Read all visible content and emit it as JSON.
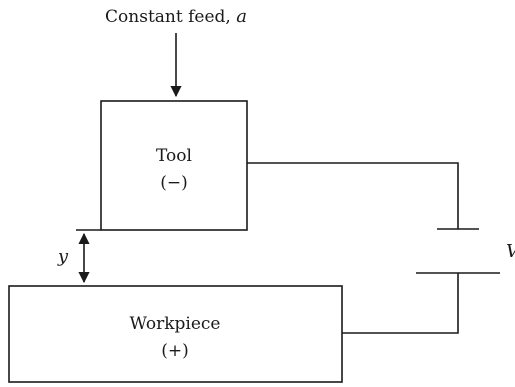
{
  "labels": {
    "feed_text": "Constant feed, ",
    "feed_symbol": "a",
    "tool_name": "Tool",
    "tool_sign": "(−)",
    "workpiece_name": "Workpiece",
    "workpiece_sign": "(+)",
    "gap_symbol": "y",
    "voltage_symbol": "V"
  },
  "colors": {
    "ink": "#1a1a1a",
    "background": "#ffffff"
  }
}
